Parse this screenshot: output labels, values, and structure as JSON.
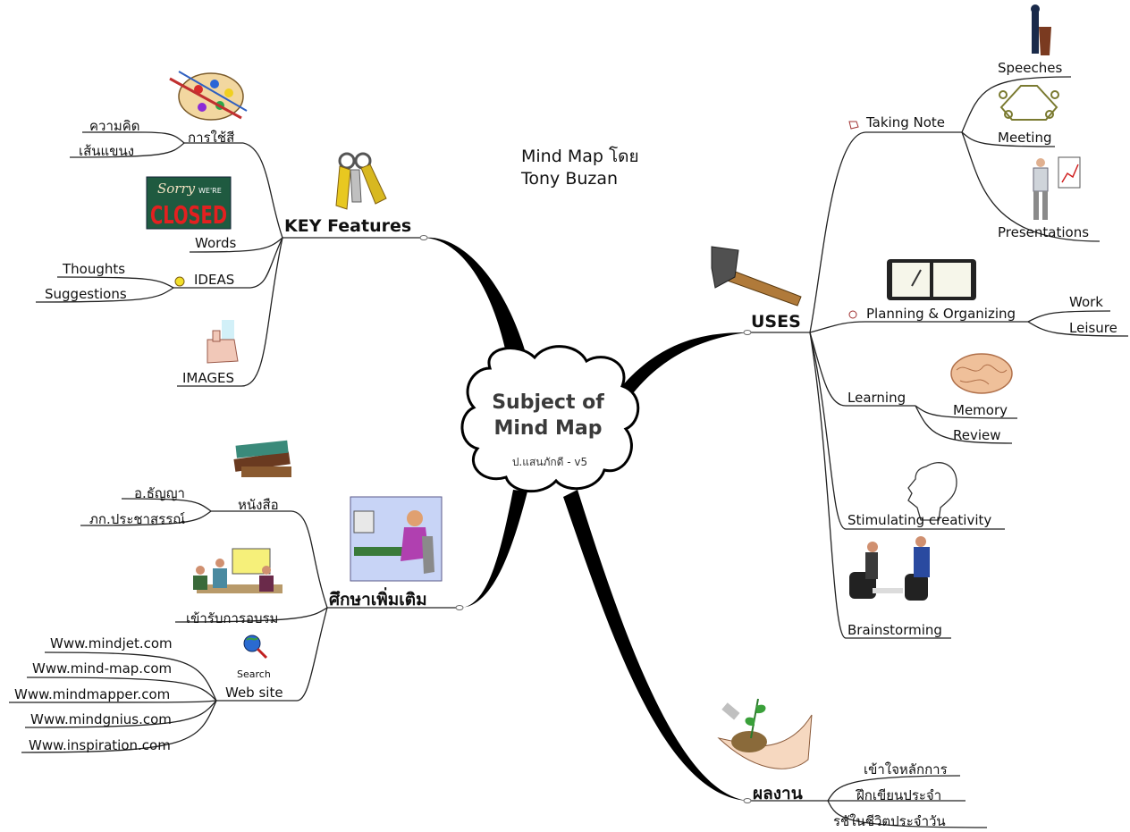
{
  "header_note": {
    "line1": "Mind Map โดย",
    "line2": "Tony Buzan"
  },
  "center": {
    "title_line1": "Subject of",
    "title_line2": "Mind Map",
    "subtitle": "ป.แสนภักดี - v5"
  },
  "key_features": {
    "label": "KEY Features",
    "color_use": {
      "label": "การใช้สี",
      "items": [
        "ความคิด",
        "เส้นแขนง"
      ]
    },
    "words": "Words",
    "ideas": {
      "label": "IDEAS",
      "items": [
        "Thoughts",
        "Suggestions"
      ]
    },
    "images": "IMAGES",
    "closed_sign": {
      "top": "Sorry",
      "small": "WE'RE",
      "big": "CLOSED"
    }
  },
  "uses": {
    "label": "USES",
    "taking_note": {
      "label": "Taking Note",
      "items": [
        "Speeches",
        "Meeting",
        "Presentations"
      ]
    },
    "planning": {
      "label": "Planning & Organizing",
      "items": [
        "Work",
        "Leisure"
      ]
    },
    "learning": {
      "label": "Learning",
      "items": [
        "Memory",
        "Review"
      ]
    },
    "creativity": "Stimulating creativity",
    "brainstorming": "Brainstorming"
  },
  "study_more": {
    "label": "ศึกษาเพิ่มเติม",
    "books": {
      "label": "หนังสือ",
      "items": [
        "อ.ธัญญา",
        "ภก.ประชาสรรณ์"
      ]
    },
    "training": "เข้ารับการอบรม",
    "website": {
      "label": "Web site",
      "search": "Search",
      "items": [
        "Www.mindjet.com",
        "Www.mind-map.com",
        "Www.mindmapper.com",
        "Www.mindgnius.com",
        "Www.inspiration.com"
      ]
    }
  },
  "results": {
    "label": "ผลงาน",
    "items": [
      "เข้าใจหลักการ",
      "ฝึกเขียนประจำ",
      "รชัในชีวิตประจำวัน"
    ]
  }
}
